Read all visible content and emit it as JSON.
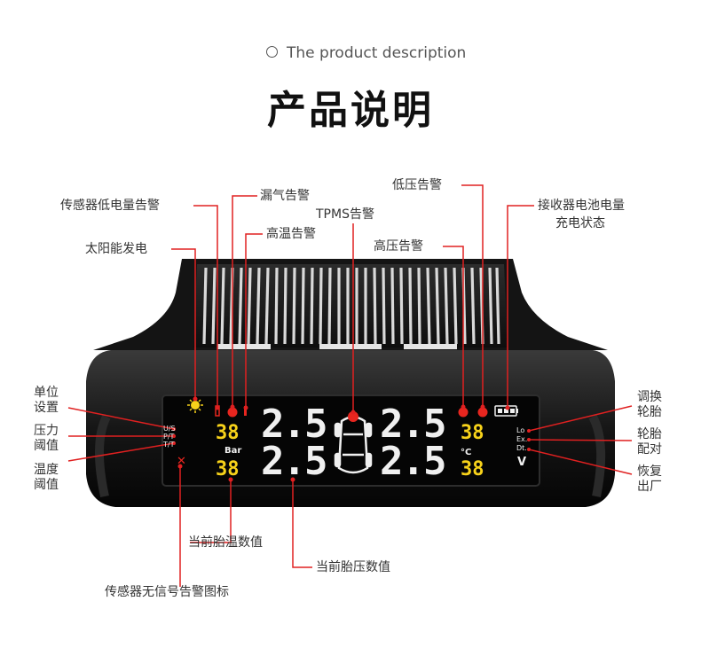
{
  "header": {
    "subtitle": "The product description",
    "title": "产品说明"
  },
  "callouts": {
    "sensor_low_battery": "传感器低电量告警",
    "leak_alarm": "漏气告警",
    "tpms_alarm": "TPMS告警",
    "high_temp_alarm": "高温告警",
    "low_pressure_alarm": "低压告警",
    "high_pressure_alarm": "高压告警",
    "receiver_battery_l1": "接收器电池电量",
    "receiver_battery_l2": "充电状态",
    "solar_power": "太阳能发电",
    "unit_setting_l1": "单位",
    "unit_setting_l2": "设置",
    "pressure_threshold_l1": "压力",
    "pressure_threshold_l2": "阈值",
    "temp_threshold_l1": "温度",
    "temp_threshold_l2": "阈值",
    "swap_tire_l1": "调换",
    "swap_tire_l2": "轮胎",
    "pair_tire_l1": "轮胎",
    "pair_tire_l2": "配对",
    "factory_reset_l1": "恢复",
    "factory_reset_l2": "出厂",
    "current_temp": "当前胎温数值",
    "current_pressure": "当前胎压数值",
    "no_signal_icon": "传感器无信号告警图标"
  },
  "display": {
    "left_menu": [
      "U/S",
      "P/T",
      "T/T"
    ],
    "right_menu": [
      "Lo",
      "Ex.",
      "Dt."
    ],
    "temp_top_left": "38",
    "temp_bottom_left": "38",
    "temp_top_right": "38",
    "temp_bottom_right": "38",
    "pressure_fl": "2.5",
    "pressure_rl": "2.5",
    "pressure_fr": "2.5",
    "pressure_rr": "2.5",
    "unit_bar": "Bar",
    "unit_celsius": "°C",
    "unit_volt": "V"
  },
  "colors": {
    "callout_line": "#e02020",
    "lcd_red": "#e8261f",
    "lcd_yellow": "#f7d21a",
    "lcd_white": "#f0f0f0",
    "body": "#1a1a1a"
  }
}
